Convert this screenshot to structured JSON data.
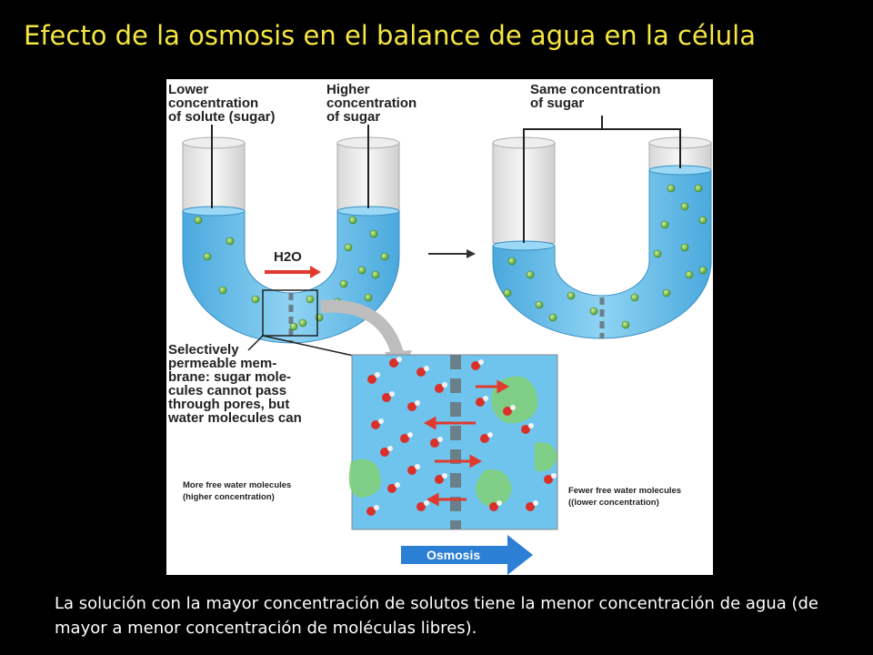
{
  "slide": {
    "title": "Efecto de la osmosis en el balance de agua en la célula",
    "caption": "La solución con la mayor concentración de solutos tiene la menor concentración de agua (de mayor a menor concentración de moléculas libres)."
  },
  "figure": {
    "label_lower": "Lower\nconcentration\nof solute (sugar)",
    "label_higher": "Higher\nconcentration\nof sugar",
    "label_same": "Same concentration\nof sugar",
    "label_h2o": "H2O",
    "label_membrane": "Selectively\npermeable mem-\nbrane: sugar mole-\ncules cannot pass\nthrough pores, but\nwater molecules can",
    "label_more_water": "More free water molecules\n (higher concentration)",
    "label_fewer_water": "Fewer free water molecules\n ((lower concentration)",
    "label_osmosis": "Osmosis",
    "colors": {
      "water": "#5ab8e6",
      "water_dark": "#3a9ad0",
      "sugar": "#7bc24a",
      "arrow_red": "#e03a2e",
      "osmosis_arrow": "#2b7fd4"
    }
  }
}
